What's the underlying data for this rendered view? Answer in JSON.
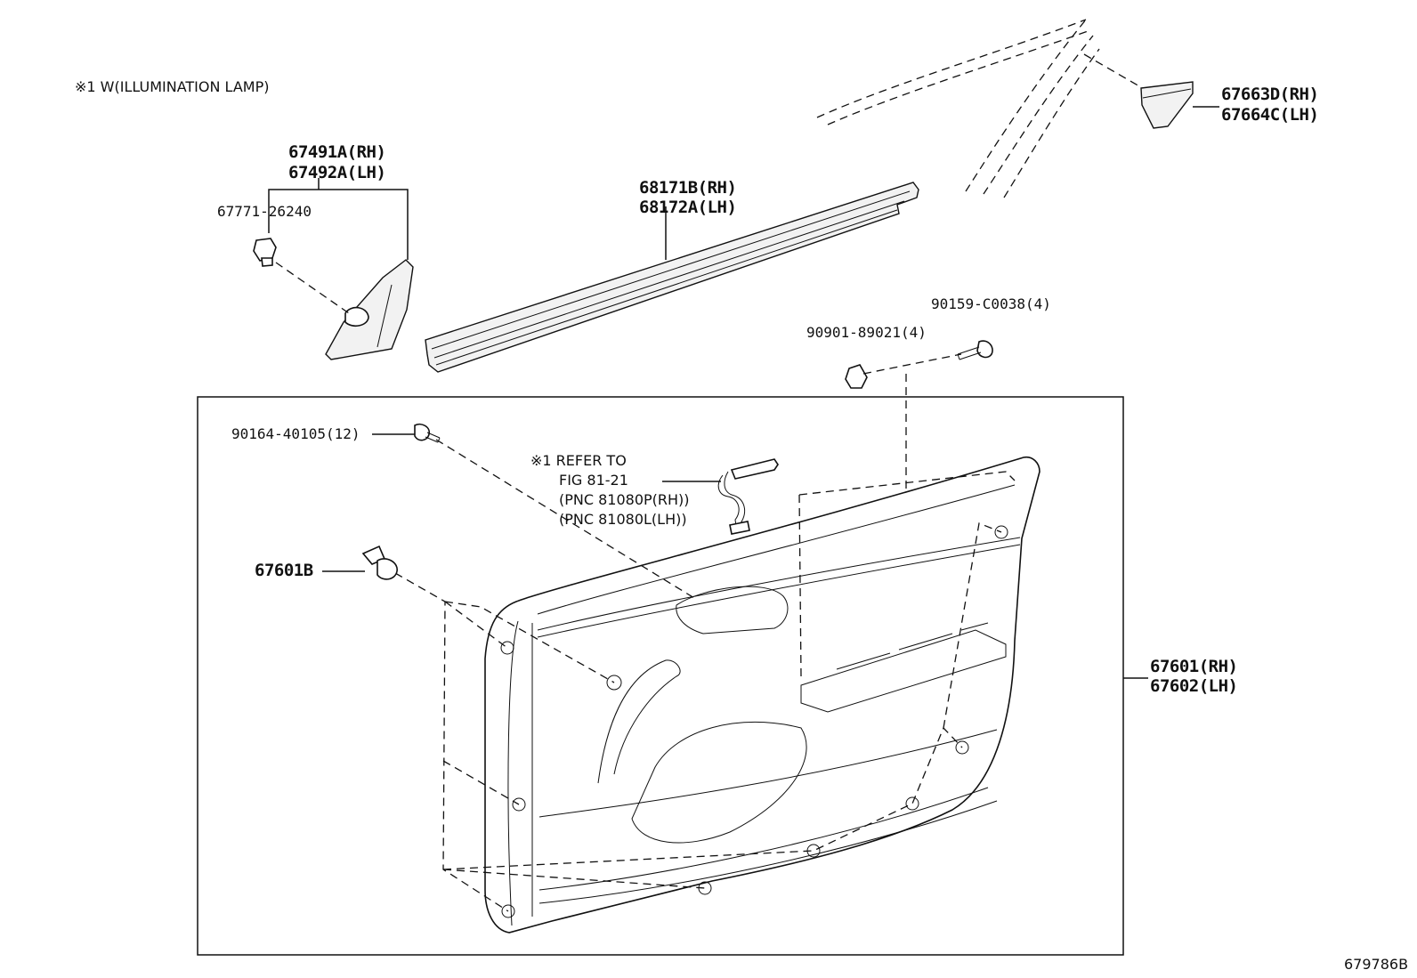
{
  "note": "※1 W(ILLUMINATION LAMP)",
  "figure_id": "679786B",
  "callouts": {
    "corner_trim_rh": "67491A(RH)",
    "corner_trim_lh": "67492A(LH)",
    "corner_clip": "67771-26240",
    "weatherstrip_rh": "68171B(RH)",
    "weatherstrip_lh": "68172A(LH)",
    "mirror_cover_rh": "67663D(RH)",
    "mirror_cover_lh": "67664C(LH)",
    "screw_upper": "90159-C0038(4)",
    "nut": "90901-89021(4)",
    "screw_left": "90164-40105(12)",
    "refer_line1": "※1 REFER TO",
    "refer_line2": "FIG 81-21",
    "refer_line3": "(PNC 81080P(RH))",
    "refer_line4": "(PNC 81080L(LH))",
    "clip_main": "67601B",
    "panel_rh": "67601(RH)",
    "panel_lh": "67602(LH)"
  }
}
